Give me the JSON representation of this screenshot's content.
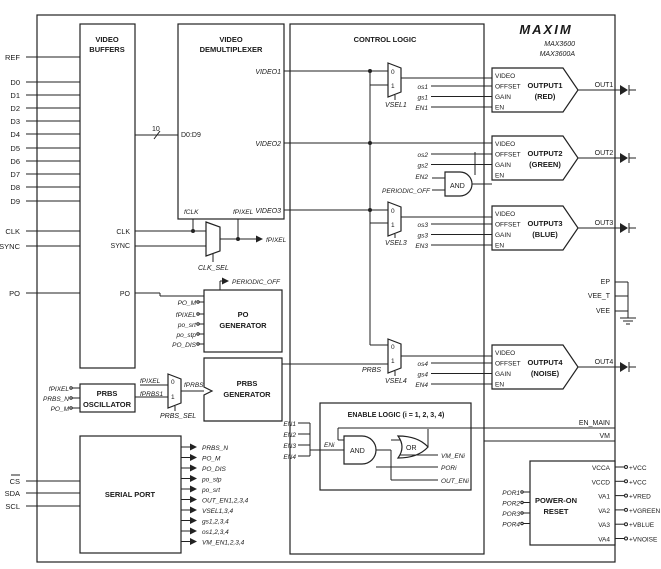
{
  "logo": {
    "brand": "MAXIM",
    "part1": "MAX3600",
    "part2": "MAX3600A"
  },
  "left_pins": [
    "REF",
    "D0",
    "D1",
    "D2",
    "D3",
    "D4",
    "D5",
    "D6",
    "D7",
    "D8",
    "D9",
    "CLK",
    "SYNC",
    "PO"
  ],
  "serial_pins": [
    "CS",
    "SDA",
    "SCL"
  ],
  "prbs_osc_inputs": [
    "fPIXEL",
    "PRBS_N",
    "PO_M"
  ],
  "blocks": {
    "video_buffers": [
      "VIDEO",
      "BUFFERS"
    ],
    "video_demux": [
      "VIDEO",
      "DEMULTIPLEXER"
    ],
    "control_logic": "CONTROL LOGIC",
    "po_generator": [
      "PO",
      "GENERATOR"
    ],
    "prbs_oscillator": [
      "PRBS",
      "OSCILLATOR"
    ],
    "prbs_generator": [
      "PRBS",
      "GENERATOR"
    ],
    "serial_port": "SERIAL PORT",
    "enable_logic": "ENABLE LOGIC (i = 1, 2, 3, 4)",
    "power_on_reset": [
      "POWER-ON",
      "RESET"
    ]
  },
  "demux": {
    "bus_label": "D0:D9",
    "bus_width": "10",
    "outputs": [
      "VIDEO1",
      "VIDEO2",
      "VIDEO3"
    ],
    "fclk": "fCLK",
    "fpixel": "fPIXEL"
  },
  "buffer_labels": {
    "clk": "CLK",
    "sync": "SYNC",
    "po": "PO"
  },
  "clk_sel": {
    "label": "CLK_SEL",
    "out": "fPIXEL"
  },
  "periodic_off": "PERIODIC_OFF",
  "po_gen_inputs": [
    "PO_M",
    "fPIXEL",
    "po_srt",
    "po_stp",
    "PO_DIS"
  ],
  "prbs_mux": {
    "in0": "fPIXEL",
    "in1": "fPRBS1",
    "out": "fPRBS",
    "sel": "PRBS_SEL"
  },
  "muxes": [
    {
      "sel": "VSEL1"
    },
    {
      "sel": "VSEL3"
    },
    {
      "sel": "VSEL4",
      "in1": "PRBS"
    }
  ],
  "mux_inputs": {
    "zero": "0",
    "one": "1"
  },
  "outputs": [
    {
      "title": "OUTPUT1",
      "sub": "(RED)",
      "pin": "OUT1",
      "ctrl": [
        "os1",
        "gs1",
        "EN1"
      ]
    },
    {
      "title": "OUTPUT2",
      "sub": "(GREEN)",
      "pin": "OUT2",
      "ctrl": [
        "os2",
        "gs2",
        "EN2"
      ]
    },
    {
      "title": "OUTPUT3",
      "sub": "(BLUE)",
      "pin": "OUT3",
      "ctrl": [
        "os3",
        "gs3",
        "EN3"
      ]
    },
    {
      "title": "OUTPUT4",
      "sub": "(NOISE)",
      "pin": "OUT4",
      "ctrl": [
        "os4",
        "gs4",
        "EN4"
      ]
    }
  ],
  "output_port_labels": [
    "VIDEO",
    "OFFSET",
    "GAIN",
    "EN"
  ],
  "periodic_off_and": {
    "in": "PERIODIC_OFF",
    "gate": "AND"
  },
  "enable_logic": {
    "inputs": [
      "EN1",
      "EN2",
      "EN3",
      "EN4"
    ],
    "eni": "ENi",
    "and": "AND",
    "or": "OR",
    "vm_en": "VM_ENi",
    "por": "PORi",
    "out_en": "OUT_ENi"
  },
  "right_side": {
    "en_main": "EN_MAIN",
    "vm": "VM",
    "ep": "EP",
    "vee_t": "VEE_T",
    "vee": "VEE"
  },
  "serial_outputs": [
    "PRBS_N",
    "PO_M",
    "PO_DIS",
    "po_stp",
    "po_srt",
    "OUT_EN1,2,3,4",
    "VSEL1,3,4",
    "gs1,2,3,4",
    "os1,2,3,4",
    "VM_EN1,2,3,4"
  ],
  "por_inputs": [
    "POR1",
    "POR2",
    "POR3",
    "POR4"
  ],
  "por_outputs": [
    {
      "label": "VCCA",
      "rail": "+VCC"
    },
    {
      "label": "VCCD",
      "rail": "+VCC"
    },
    {
      "label": "VA1",
      "rail": "+VRED"
    },
    {
      "label": "VA2",
      "rail": "+VGREEN"
    },
    {
      "label": "VA3",
      "rail": "+VBLUE"
    },
    {
      "label": "VA4",
      "rail": "+VNOISE"
    }
  ]
}
